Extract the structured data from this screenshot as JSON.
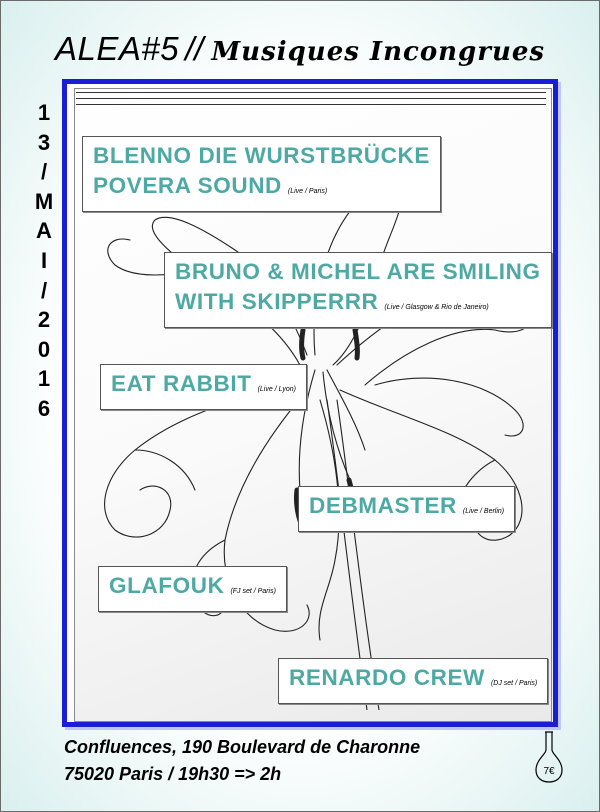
{
  "header": {
    "event": "ALEA#5",
    "separator": "//",
    "subtitle": "Musiques Incongrues"
  },
  "date_chars": [
    "1",
    "3",
    "/",
    "M",
    "A",
    "I",
    "/",
    "2",
    "0",
    "1",
    "6"
  ],
  "acts": [
    {
      "lines": [
        {
          "text": "BLENNO DIE WURSTBRÜCKE",
          "note": ""
        },
        {
          "text": "POVERA SOUND",
          "note": "(Live / Paris)"
        }
      ]
    },
    {
      "lines": [
        {
          "text": "BRUNO & MICHEL ARE SMILING",
          "note": ""
        },
        {
          "text": "WITH SKIPPERRR",
          "note": "(Live / Glasgow & Rio de Janeiro)"
        }
      ]
    },
    {
      "lines": [
        {
          "text": "EAT RABBIT",
          "note": "(Live / Lyon)"
        }
      ]
    },
    {
      "lines": [
        {
          "text": "DEBMASTER",
          "note": "(Live / Berlin)"
        }
      ]
    },
    {
      "lines": [
        {
          "text": "GLAFOUK",
          "note": "(FJ set / Paris)"
        }
      ]
    },
    {
      "lines": [
        {
          "text": "RENARDO CREW",
          "note": "(DJ set / Paris)"
        }
      ]
    }
  ],
  "venue": {
    "line1": "Confluences, 190 Boulevard de Charonne",
    "line2": "75020 Paris / 19h30 => 2h"
  },
  "price": "7€",
  "colors": {
    "frame_blue": "#1a1fd6",
    "act_teal": "#4da9a3",
    "background_tint": "#d9f0ee"
  }
}
